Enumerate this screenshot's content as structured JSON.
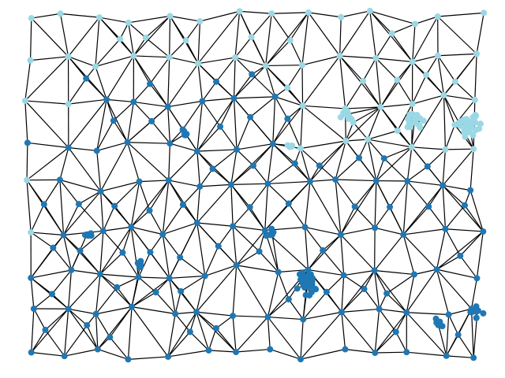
{
  "graph": {
    "node_groups": [
      {
        "group": "light",
        "color": "#9bd8e6"
      },
      {
        "group": "dark",
        "color": "#1f77b4"
      }
    ],
    "edge_color": "#000000",
    "background": "#ffffff",
    "node_count_light": 145,
    "node_count_dark": 210,
    "has_legend": false,
    "has_axes": false
  }
}
